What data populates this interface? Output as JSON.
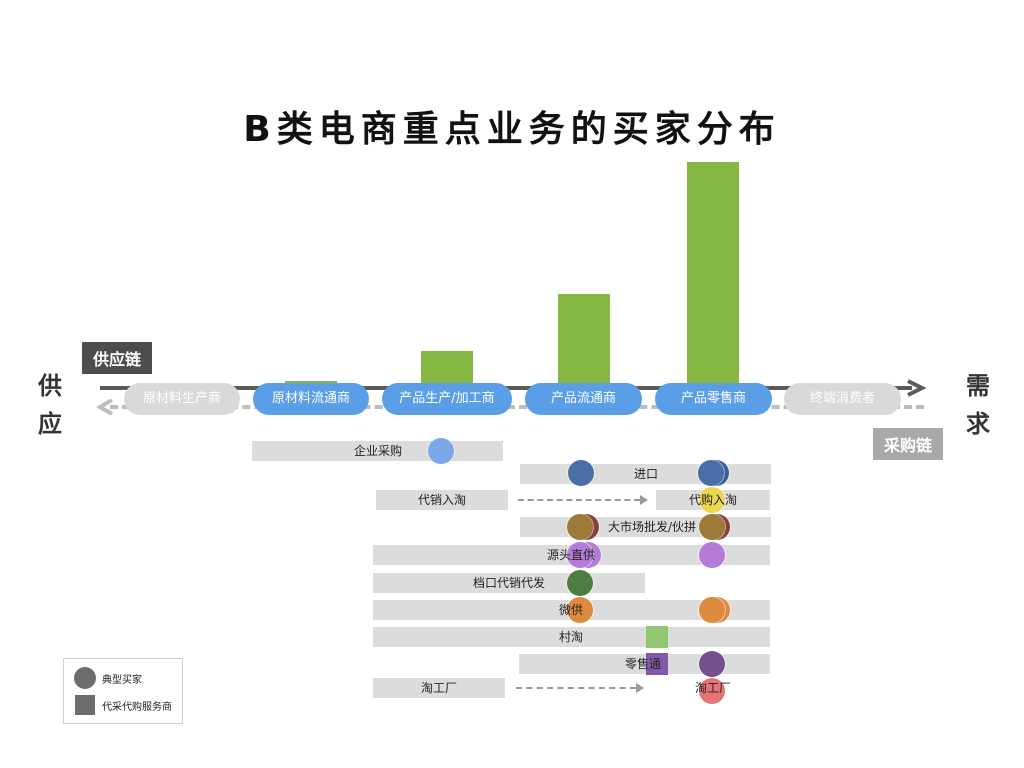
{
  "title": "B类电商重点业务的买家分布",
  "supply_side": [
    "供",
    "应"
  ],
  "demand_side": [
    "需",
    "求"
  ],
  "supply_chain_label": "供应链",
  "purchase_chain_label": "采购链",
  "stages": [
    "原材料生产商",
    "原材料流通商",
    "产品生产/加工商",
    "产品流通商",
    "产品零售商",
    "终端消费者"
  ],
  "chart_data": {
    "type": "bar",
    "categories": [
      "原材料流通商",
      "产品生产/加工商",
      "产品流通商",
      "产品零售商"
    ],
    "values": [
      3,
      33,
      90,
      222
    ],
    "title": "B类电商重点业务的买家分布",
    "xlabel": "",
    "ylabel": "",
    "bar_color": "#86b743"
  },
  "rows": [
    {
      "label": "企业采购",
      "dots": [
        "#7aa8e8"
      ]
    },
    {
      "label": "进口",
      "dots": [
        "#4a6fa5",
        "#3a5e98"
      ]
    },
    {
      "label": "代销入淘",
      "label2": "代购入淘",
      "dots": [
        "#ecd750"
      ]
    },
    {
      "label": "大市场批发/伙拼",
      "dots": [
        "#9c7a38",
        "#9c7a38"
      ]
    },
    {
      "label": "源头直供",
      "dots": [
        "#b67ad8",
        "#b67ad8"
      ]
    },
    {
      "label": "档口代销代发",
      "dots": [
        "#4e7d44"
      ]
    },
    {
      "label": "微供",
      "dots": [
        "#de8a3e",
        "#de8a3e"
      ]
    },
    {
      "label": "村淘",
      "squares": [
        "#8fc870"
      ]
    },
    {
      "label": "零售通",
      "squares": [
        "#8458a8"
      ],
      "dots": [
        "#74508e"
      ]
    },
    {
      "label": "淘工厂",
      "label2": "淘工厂",
      "dots": [
        "#e67474"
      ]
    }
  ],
  "legend": {
    "typical_buyer": "典型买家",
    "agent_service": "代采代购服务商"
  },
  "colors": {
    "bar": "#86b743",
    "pill_blue": "#5b9ee8",
    "pill_grey": "#d9d9d9",
    "row_bar": "#dcdcdc"
  }
}
